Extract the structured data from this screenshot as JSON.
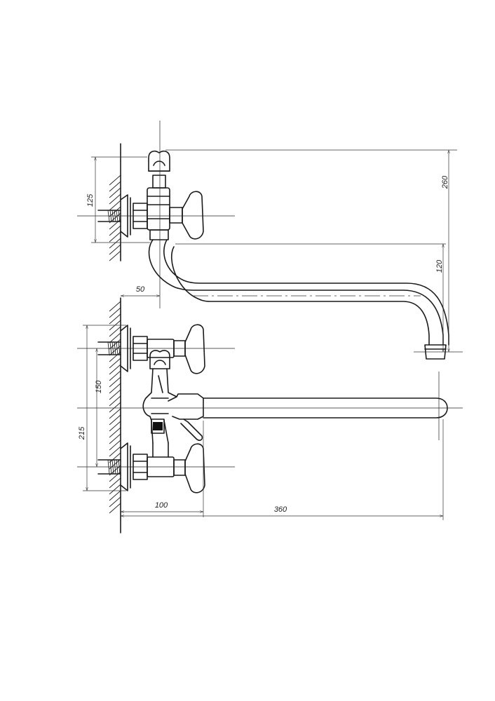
{
  "dimensions": {
    "top_height": "260",
    "wall_to_upper_valve": "125",
    "spout_drop": "120",
    "spout_offset": "50",
    "valve_spacing": "150",
    "lower_height": "215",
    "handle_offset": "100",
    "spout_length": "360"
  }
}
